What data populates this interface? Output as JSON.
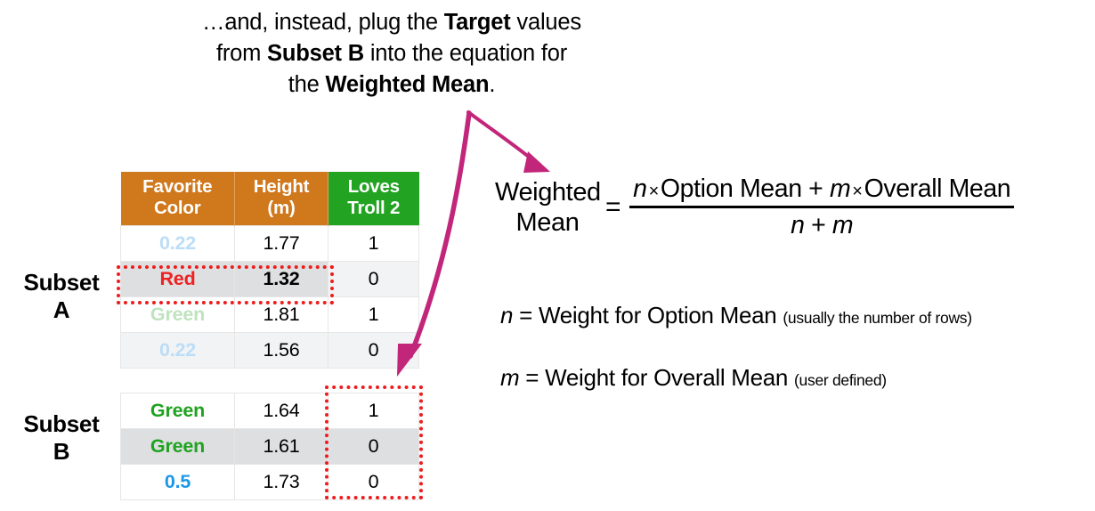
{
  "caption": {
    "line1_pre": "…and, instead, plug the ",
    "line1_bold": "Target",
    "line1_post": " values",
    "line2_pre": "from ",
    "line2_bold": "Subset B",
    "line2_post": " into the equation for",
    "line3_pre": "the ",
    "line3_bold": "Weighted Mean",
    "line3_post": "."
  },
  "labels": {
    "subset_a": "Subset\nA",
    "subset_a_line1": "Subset",
    "subset_a_line2": "A",
    "subset_b_line1": "Subset",
    "subset_b_line2": "B"
  },
  "table": {
    "headers": [
      {
        "line1": "Favorite",
        "line2": "Color",
        "color": "#d0781c"
      },
      {
        "line1": "Height",
        "line2": "(m)",
        "color": "#d0781c"
      },
      {
        "line1": "Loves",
        "line2": "Troll 2",
        "color": "#22a322"
      }
    ],
    "subset_a_rows": [
      {
        "color": "0.22",
        "color_style": "blue",
        "height": "1.77",
        "loves": "1",
        "dim": true,
        "striped": false,
        "highlight": false
      },
      {
        "color": "Red",
        "color_style": "red",
        "height": "1.32",
        "loves": "0",
        "dim": false,
        "striped": true,
        "highlight": true
      },
      {
        "color": "Green",
        "color_style": "green",
        "height": "1.81",
        "loves": "1",
        "dim": true,
        "striped": false,
        "highlight": false
      },
      {
        "color": "0.22",
        "color_style": "blue",
        "height": "1.56",
        "loves": "0",
        "dim": true,
        "striped": true,
        "highlight": false
      }
    ],
    "subset_b_rows": [
      {
        "color": "Green",
        "color_style": "green",
        "height": "1.64",
        "loves": "1",
        "striped": false
      },
      {
        "color": "Green",
        "color_style": "green",
        "height": "1.61",
        "loves": "0",
        "striped": true
      },
      {
        "color": "0.5",
        "color_style": "blue",
        "height": "1.73",
        "loves": "0",
        "striped": false
      }
    ]
  },
  "equation": {
    "lhs_line1": "Weighted",
    "lhs_line2": "Mean",
    "equals": "=",
    "numerator": {
      "n": "n",
      "times1": "×",
      "term1": "Option Mean",
      "plus": "+",
      "m": "m",
      "times2": "×",
      "term2": "Overall Mean"
    },
    "denominator": {
      "n": "n",
      "plus": "+",
      "m": "m"
    }
  },
  "definitions": [
    {
      "var": "n",
      "eq": "=",
      "text": "Weight for Option Mean",
      "note": "(usually the number of rows)"
    },
    {
      "var": "m",
      "eq": "=",
      "text": "Weight for Overall Mean",
      "note": "(user defined)"
    }
  ],
  "colors": {
    "header_orange": "#d0781c",
    "header_green": "#22a322",
    "value_green": "#1fa31f",
    "value_blue": "#1c96e8",
    "value_red": "#ee2222",
    "highlight_box": "#ee1c1c",
    "arrow": "#c2267a",
    "row_stripe": "#dedfe1"
  },
  "annotations": {
    "arrow_to_equation": "arrow-to-weighted-mean",
    "arrow_to_subset_b": "arrow-to-subset-b-target"
  }
}
